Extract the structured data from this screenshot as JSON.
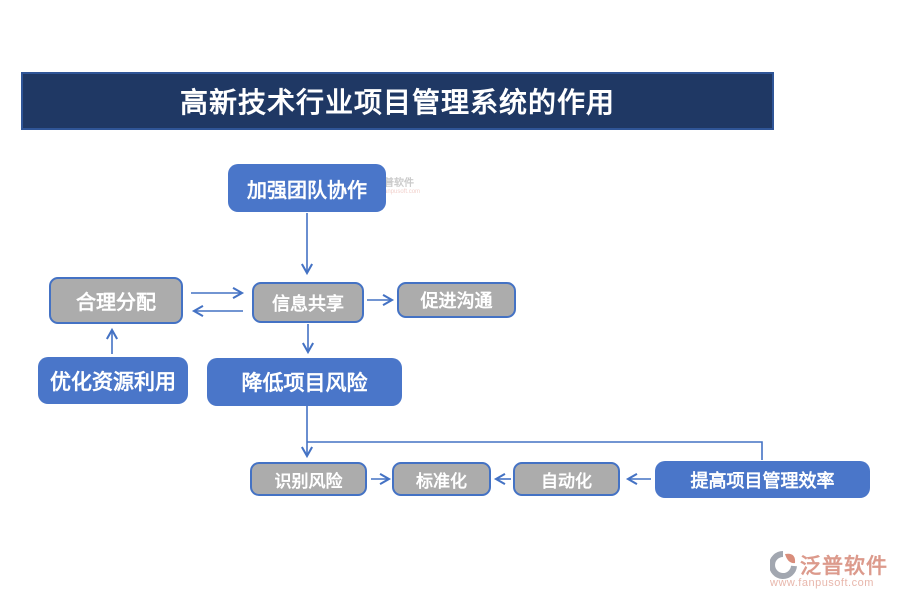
{
  "title": "高新技术行业项目管理系统的作用",
  "colors": {
    "banner_bg": "#1F3864",
    "banner_border": "#2F5597",
    "node_blue": "#4A76C9",
    "node_gray": "#ACACAC",
    "line_blue": "#4472C4",
    "logo_salmon": "#DC9A8C"
  },
  "nodes": {
    "strengthen_team_collab": {
      "label": "加强团队协作"
    },
    "reasonable_allocation": {
      "label": "合理分配"
    },
    "info_sharing": {
      "label": "信息共享"
    },
    "promote_communication": {
      "label": "促进沟通"
    },
    "optimize_resource_use": {
      "label": "优化资源利用"
    },
    "reduce_project_risk": {
      "label": "降低项目风险"
    },
    "identify_risk": {
      "label": "识别风险"
    },
    "standardization": {
      "label": "标准化"
    },
    "automation": {
      "label": "自动化"
    },
    "improve_pm_efficiency": {
      "label": "提高项目管理效率"
    }
  },
  "watermark": {
    "text": "泛普软件",
    "subtext": "www.fanpusoft.com"
  },
  "logo": {
    "name": "泛普软件",
    "url": "www.fanpusoft.com"
  }
}
